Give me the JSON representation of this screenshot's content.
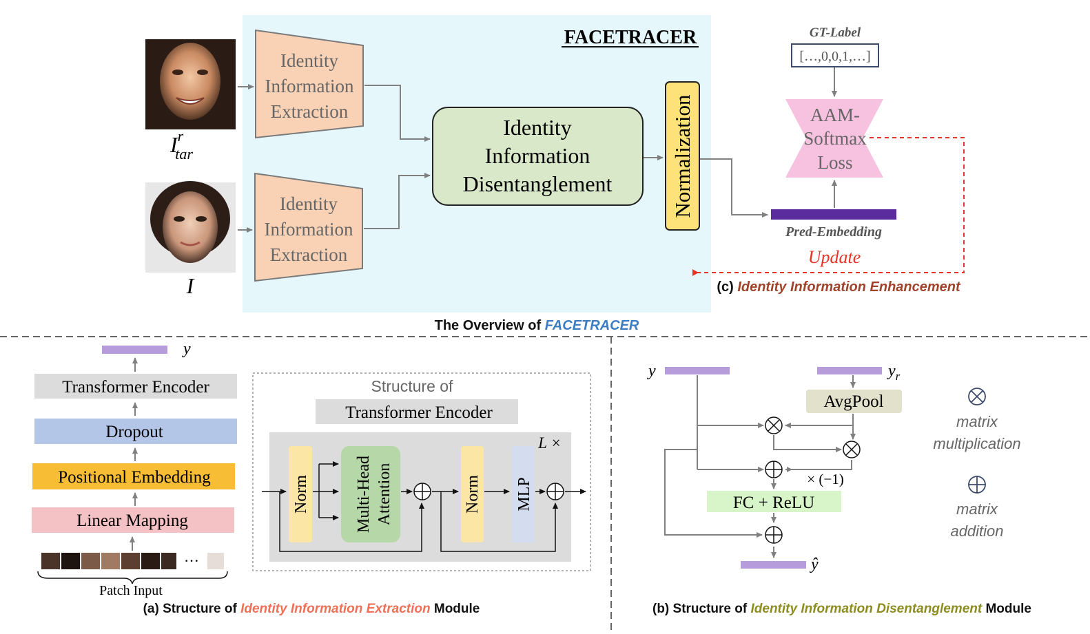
{
  "overview": {
    "system_name": "FACETRACER",
    "caption_prefix": "The Overview of ",
    "caption_name": "FACETRACER",
    "input_top_label": "I",
    "input_top_sup": "r",
    "input_top_sub": "tar",
    "input_bottom_label": "I",
    "extraction_top": [
      "Identity",
      "Information",
      "Extraction"
    ],
    "extraction_bottom": [
      "Identity",
      "Information",
      "Extraction"
    ],
    "disentangle": [
      "Identity",
      "Information",
      "Disentanglement"
    ],
    "normalization": "Normalization",
    "gt_label_title": "GT-Label",
    "gt_label_value": "[…,0,0,1,…]",
    "loss": [
      "AAM-",
      "Softmax",
      "Loss"
    ],
    "pred_embedding": "Pred-Embedding",
    "update": "Update",
    "enhancement_prefix": "(c) ",
    "enhancement_name": "Identity Information Enhancement"
  },
  "module_a": {
    "output_label": "y",
    "stack": [
      "Transformer Encoder",
      "Dropout",
      "Positional Embedding",
      "Linear Mapping"
    ],
    "ellipsis": "···",
    "patch_input": "Patch Input",
    "structure_title": "Structure of",
    "structure_subtitle": "Transformer Encoder",
    "repeat": "L ×",
    "norm1": "Norm",
    "mha": [
      "Multi-Head",
      "Attention"
    ],
    "norm2": "Norm",
    "mlp": "MLP",
    "caption_prefix": "(a) Structure of ",
    "caption_name": "Identity Information Extraction",
    "caption_suffix": " Module"
  },
  "module_b": {
    "y": "y",
    "yr": "y",
    "yr_sub": "r",
    "avgpool": "AvgPool",
    "times_neg": "× (−1)",
    "fc_relu": "FC + ReLU",
    "y_hat": "ŷ",
    "legend_mult": [
      "matrix",
      "multiplication"
    ],
    "legend_add": [
      "matrix",
      "addition"
    ],
    "caption_prefix": "(b) Structure of ",
    "caption_name": "Identity Information Disentanglement",
    "caption_suffix": " Module"
  },
  "colors": {
    "panel_bg": "#e6f7fc",
    "extraction_fill": "#f9d2b6",
    "disentangle_fill": "#d8e8c8",
    "normalization_fill": "#fde27a",
    "loss_fill": "#f7c1e0",
    "embedding_bar": "#5b2c9d",
    "update_red": "#e63323",
    "enhancement_brown": "#a0432b",
    "facetracer_blue": "#3d7cc0",
    "extraction_orange": "#ef6f57",
    "disentangle_olive": "#8c8c1f",
    "transformer_gray": "#dcdcdc",
    "dropout_blue": "#b4c6e7",
    "positional_yellow": "#f7be35",
    "linear_pink": "#f4c2c4",
    "lavender_bar": "#b79cdc",
    "norm_yellow": "#fbe6a6",
    "mha_green": "#b6d7a8",
    "mlp_blue": "#d4dcf0",
    "avgpool_fill": "#e2e1cb",
    "fc_fill": "#d7f5c9"
  }
}
